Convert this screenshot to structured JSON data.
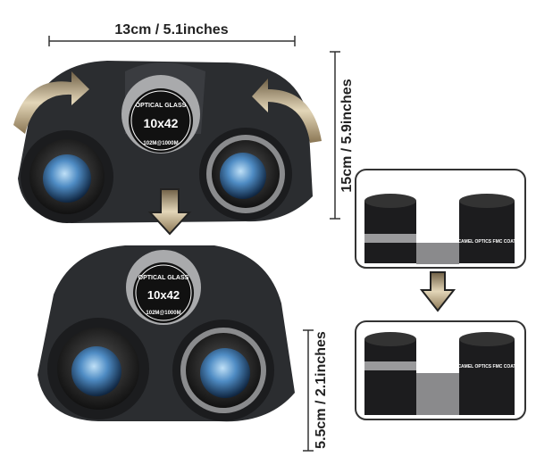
{
  "dimensions": {
    "width_label": "13cm / 5.1inches",
    "height_label": "15cm / 5.9inches",
    "folded_label": "5.5cm / 2.1inches"
  },
  "focus_wheel": {
    "brand_text": "OPTICAL GLASS",
    "model": "10x42",
    "field_of_view": "102M@1000M"
  },
  "side_view": {
    "engraving": "USCAMEL OPTICS FMC COATED"
  },
  "colors": {
    "body": "#2b2d30",
    "lens": "#3f7fb8",
    "arrow": "#b9a27a",
    "frame": "#333333"
  }
}
